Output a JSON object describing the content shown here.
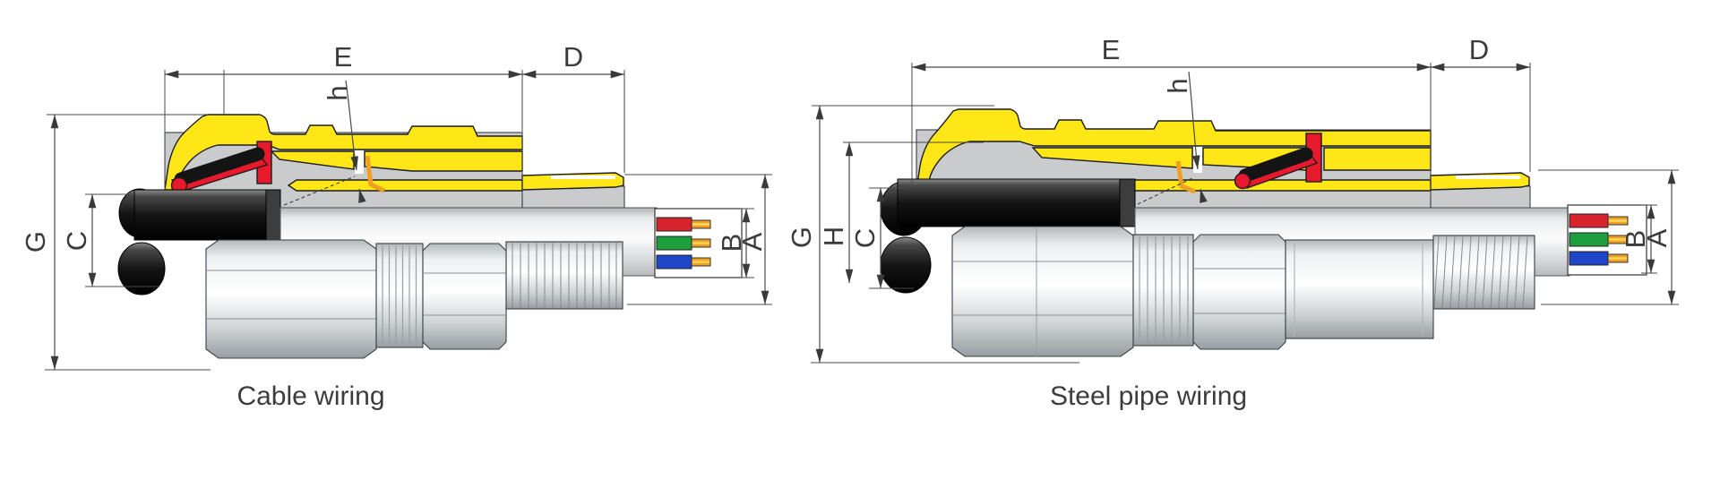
{
  "drawing": {
    "type": "technical-cross-section",
    "subject": "armored cable gland, half-section views"
  },
  "diagrams": {
    "cable": {
      "caption": "Cable wiring",
      "dims": {
        "E": "E",
        "D": "D",
        "h": "h",
        "G": "G",
        "C": "C",
        "B": "B",
        "A": "A"
      }
    },
    "steel_pipe": {
      "caption": "Steel pipe wiring",
      "dims": {
        "E": "E",
        "D": "D",
        "h": "h",
        "G": "G",
        "H": "H",
        "C": "C",
        "B": "B",
        "A": "A"
      }
    }
  },
  "colors": {
    "body_yellow": "#FFE617",
    "seal_red": "#E8192C",
    "interior_gray": "#C9CBCD",
    "clamp_black": "#141414",
    "wire_red": "#D7232B",
    "wire_green": "#1E9E3C",
    "wire_blue": "#1F46C8",
    "conductor_orange": "#EF9F22",
    "conductor_core": "#FFD95E",
    "dimension_line": "#4A4A4A",
    "background": "#FFFFFF"
  }
}
